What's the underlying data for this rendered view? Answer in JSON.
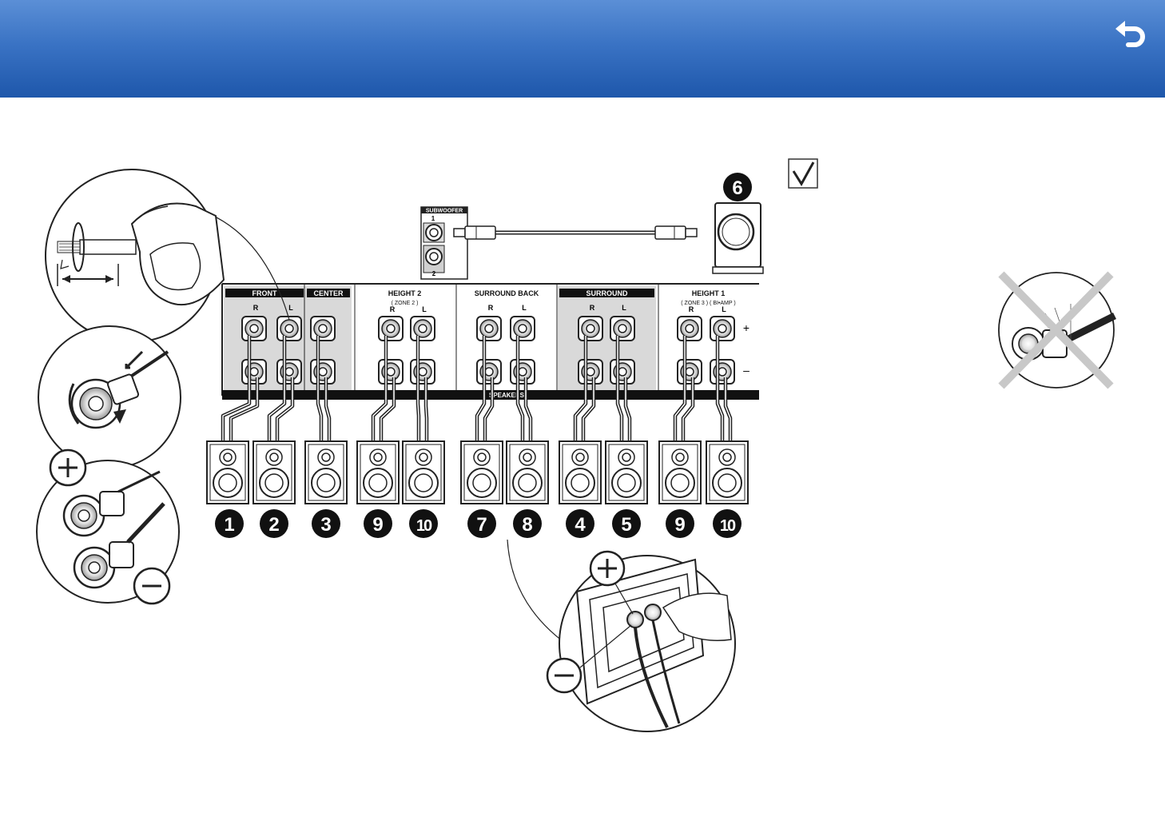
{
  "header": {
    "back_icon": "return-arrow-icon",
    "gradient_top": "#5b8fd6",
    "gradient_bottom": "#1e57ab"
  },
  "subwoofer": {
    "label": "SUBWOOFER",
    "jack_1": "1",
    "jack_2": "2",
    "number": "6"
  },
  "panel": {
    "groups": [
      {
        "label": "FRONT",
        "sub": "",
        "r": "R",
        "l": "L",
        "highlight": true
      },
      {
        "label": "CENTER",
        "sub": "",
        "r": "",
        "l": "",
        "highlight": true
      },
      {
        "label": "HEIGHT 2",
        "sub": "( ZONE 2 )",
        "r": "R",
        "l": "L",
        "highlight": false
      },
      {
        "label": "SURROUND BACK",
        "sub": "",
        "r": "R",
        "l": "L",
        "highlight": false
      },
      {
        "label": "SURROUND",
        "sub": "",
        "r": "R",
        "l": "L",
        "highlight": true
      },
      {
        "label": "HEIGHT 1",
        "sub": "( ZONE 3 ) ( BI•AMP )",
        "r": "R",
        "l": "L",
        "highlight": false
      }
    ],
    "plus": "+",
    "minus": "–",
    "speakers_label": "SPEAKERS"
  },
  "speaker_numbers": [
    "1",
    "2",
    "3",
    "9",
    "10",
    "7",
    "8",
    "4",
    "5",
    "9",
    "10"
  ],
  "insets": {
    "plus": "+",
    "minus": "–"
  },
  "checkbox_icon": "checkmark-icon",
  "warning_icon": "cross-icon"
}
